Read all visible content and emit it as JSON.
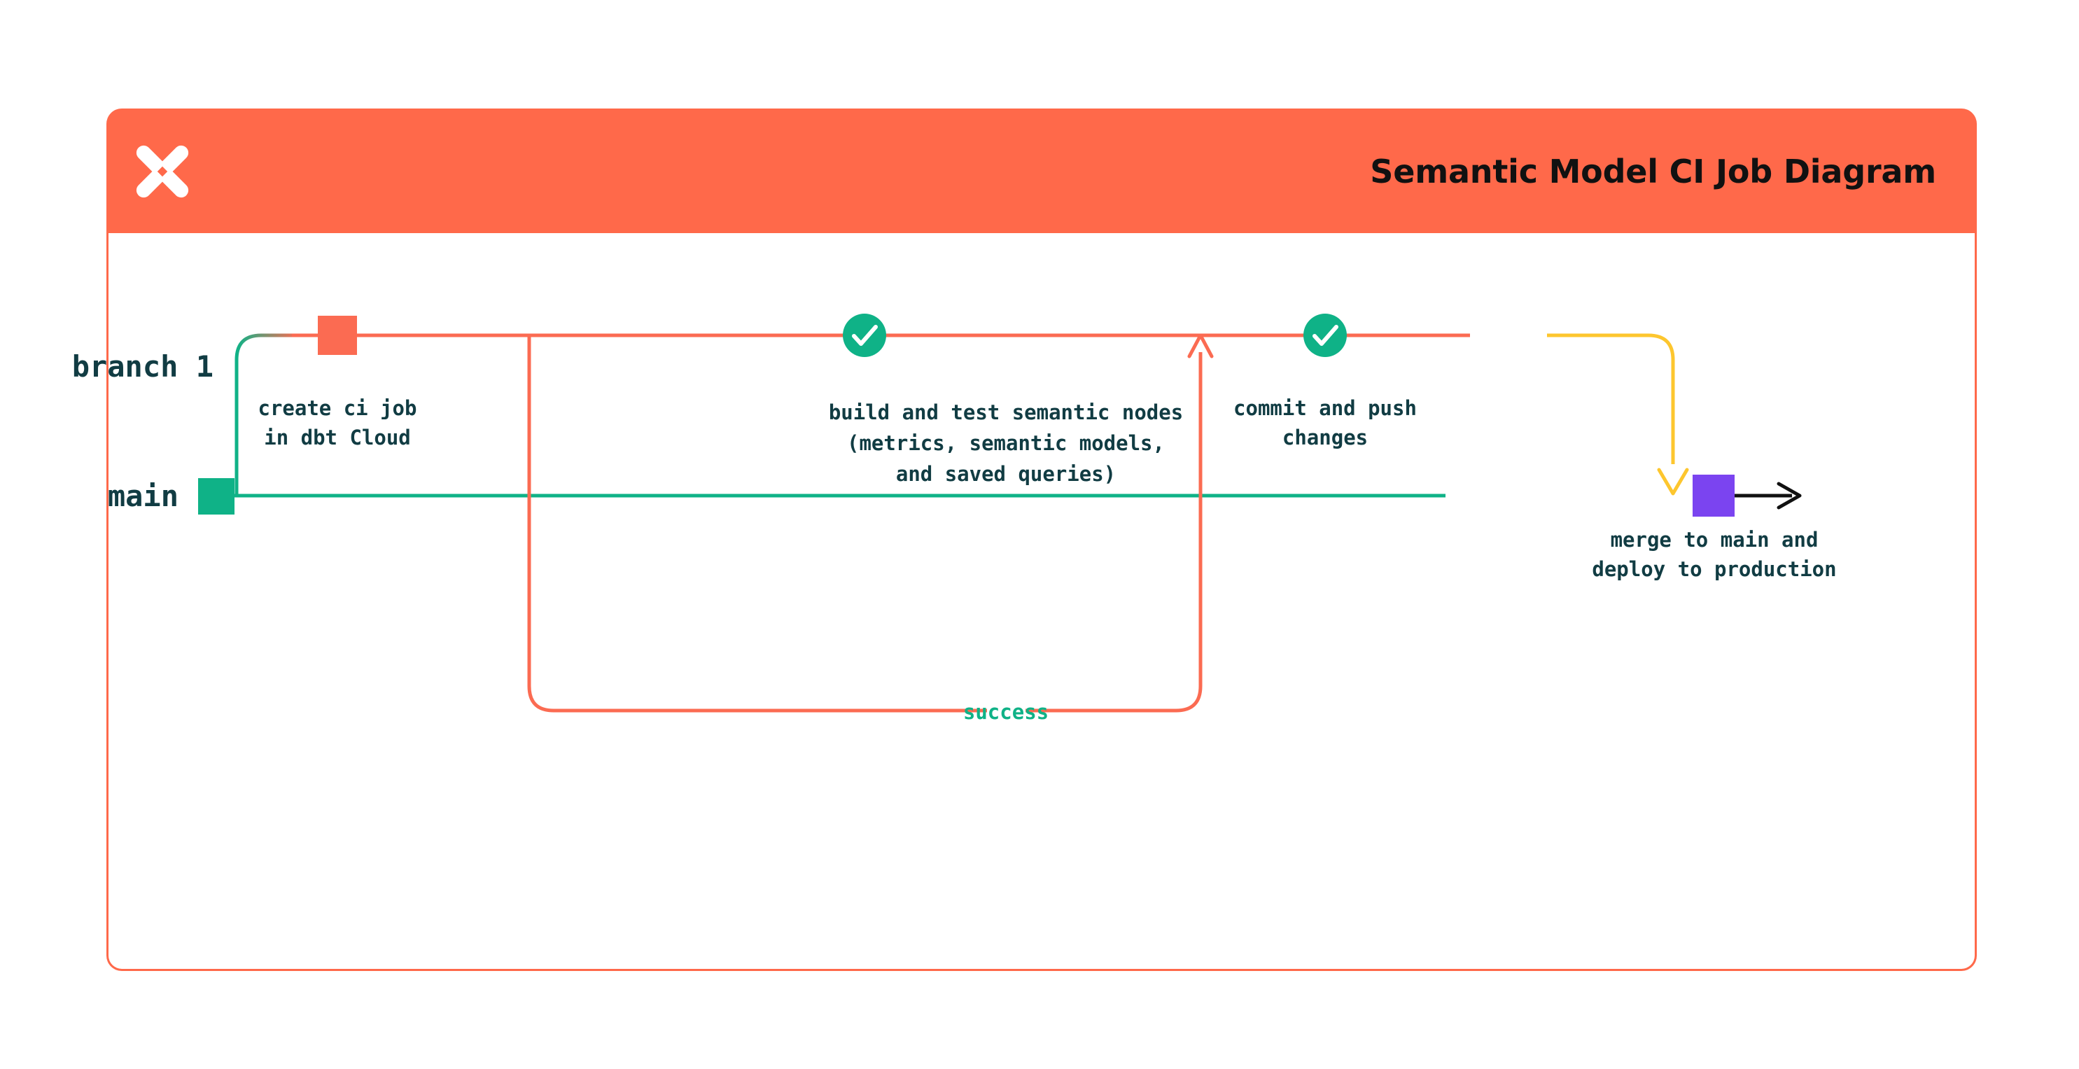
{
  "header": {
    "title": "Semantic Model CI Job Diagram",
    "logo_icon": "dbt-logo-icon",
    "bg_color": "#FF694A"
  },
  "colors": {
    "brand_orange": "#FF694A",
    "branch_orange": "#FB6B52",
    "main_green": "#0FB287",
    "yellow": "#FDC62E",
    "purple": "#7B44F0",
    "ink": "#113C43",
    "black": "#111111",
    "white": "#FFFFFF"
  },
  "diagram": {
    "type": "git-branch-flow",
    "lanes": [
      {
        "id": "branch-1",
        "label": "branch 1",
        "color": "#FB6B52"
      },
      {
        "id": "main",
        "label": "main",
        "color": "#0FB287"
      }
    ],
    "commits": [
      {
        "id": "create-ci-job",
        "lane": "branch-1",
        "marker": "square",
        "marker_color": "#FB6B52",
        "label_lines": [
          "create ci job",
          "in dbt Cloud"
        ]
      },
      {
        "id": "build-and-test",
        "lane": "branch-1",
        "marker": "check-circle",
        "marker_color": "#0FB287",
        "label_lines": [
          "build and test semantic nodes",
          "(metrics, semantic models,",
          "and saved queries)"
        ]
      },
      {
        "id": "commit-and-push",
        "lane": "branch-1",
        "marker": "check-circle",
        "marker_color": "#0FB287",
        "label_lines": [
          "commit and push",
          "changes"
        ]
      },
      {
        "id": "merge-to-main",
        "lane": "main",
        "marker": "square",
        "marker_color": "#7B44F0",
        "label_lines": [
          "merge to main and",
          "deploy to production"
        ]
      }
    ],
    "loop": {
      "id": "success-loop",
      "label": "success",
      "color": "#FB6B52",
      "label_color": "#0FB287"
    }
  }
}
